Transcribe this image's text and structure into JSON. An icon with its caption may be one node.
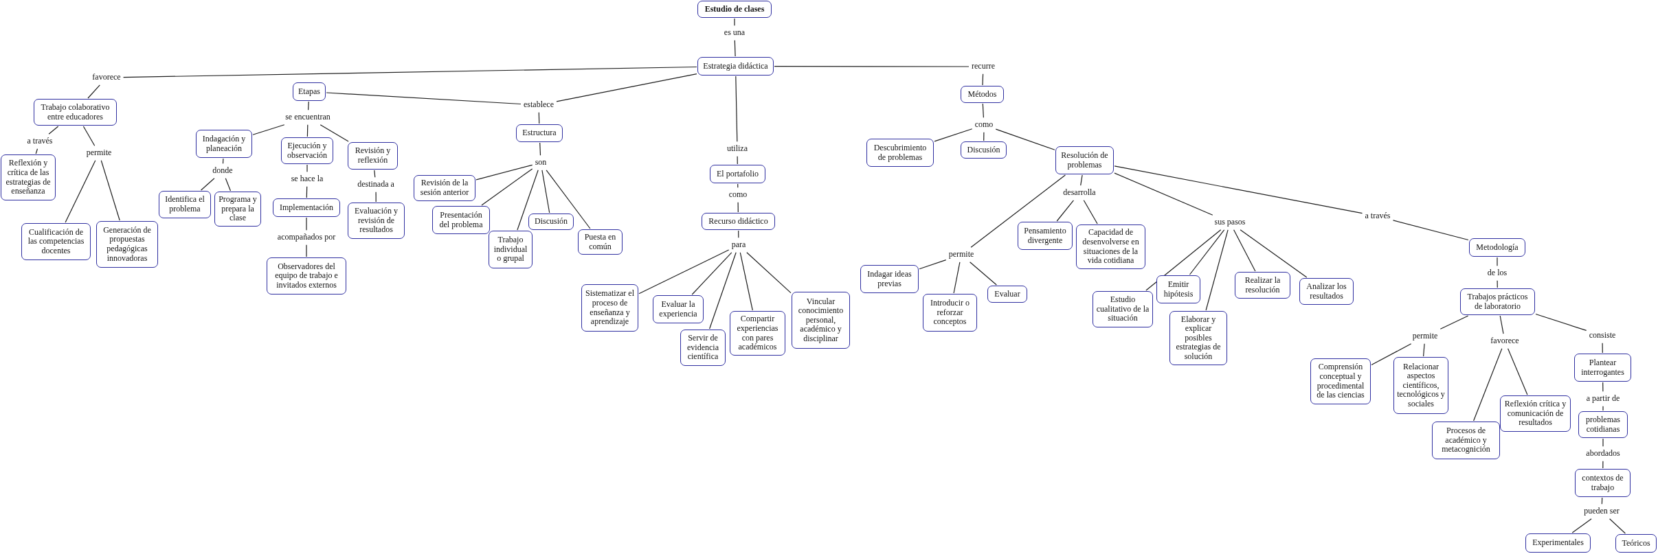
{
  "diagram": {
    "nodes": [
      {
        "text": [
          "Estudio de clases"
        ]
      },
      {
        "text": [
          "es una"
        ]
      },
      {
        "text": [
          "Estrategia didáctica"
        ]
      },
      {
        "text": [
          "favorece"
        ]
      },
      {
        "text": [
          "Trabajo colaborativo entre educadores"
        ]
      },
      {
        "text": [
          "a través"
        ]
      },
      {
        "text": [
          "permite"
        ]
      },
      {
        "text": [
          "Reflexión y crítica de las estrategias de enseñanza"
        ]
      },
      {
        "text": [
          "Cualificación de las competencias docentes"
        ]
      },
      {
        "text": [
          "Generación de propuestas pedagógicas innovadoras"
        ]
      },
      {
        "text": [
          "establece"
        ]
      },
      {
        "text": [
          "Etapas"
        ]
      },
      {
        "text": [
          "se encuentran"
        ]
      },
      {
        "text": [
          "Indagación y planeación"
        ]
      },
      {
        "text": [
          "Ejecución y observación"
        ]
      },
      {
        "text": [
          "Revisión y reflexión"
        ]
      },
      {
        "text": [
          "donde"
        ]
      },
      {
        "text": [
          "Identifica el problema"
        ]
      },
      {
        "text": [
          "Programa y prepara la clase"
        ]
      },
      {
        "text": [
          "se hace la"
        ]
      },
      {
        "text": [
          "Implementación"
        ]
      },
      {
        "text": [
          "acompañados por"
        ]
      },
      {
        "text": [
          "Observadores del equipo de trabajo e invitados externos"
        ]
      },
      {
        "text": [
          "destinada a"
        ]
      },
      {
        "text": [
          "Evaluación y revisión de resultados"
        ]
      },
      {
        "text": [
          "Estructura"
        ]
      },
      {
        "text": [
          "son"
        ]
      },
      {
        "text": [
          "Revisión de la sesión anterior"
        ]
      },
      {
        "text": [
          "Presentación del problema"
        ]
      },
      {
        "text": [
          "Trabajo individual o grupal"
        ]
      },
      {
        "text": [
          "Discusión"
        ]
      },
      {
        "text": [
          "Puesta en común"
        ]
      },
      {
        "text": [
          "utiliza"
        ]
      },
      {
        "text": [
          "El portafolio"
        ]
      },
      {
        "text": [
          "como"
        ]
      },
      {
        "text": [
          "Recurso didáctico"
        ]
      },
      {
        "text": [
          "para"
        ]
      },
      {
        "text": [
          "Sistematizar el proceso de enseñanza y aprendizaje"
        ]
      },
      {
        "text": [
          "Evaluar la experiencia"
        ]
      },
      {
        "text": [
          "Servir de evidencia científica"
        ]
      },
      {
        "text": [
          "Compartir experiencias con pares académicos"
        ]
      },
      {
        "text": [
          "Vincular conocimiento personal, académico y disciplinar"
        ]
      },
      {
        "text": [
          "recurre"
        ]
      },
      {
        "text": [
          "Métodos"
        ]
      },
      {
        "text": [
          "como"
        ]
      },
      {
        "text": [
          "Descubrimiento de problemas"
        ]
      },
      {
        "text": [
          "Discusión"
        ]
      },
      {
        "text": [
          "Resolución de problemas"
        ]
      },
      {
        "text": [
          "desarrolla"
        ]
      },
      {
        "text": [
          "Pensamiento divergente"
        ]
      },
      {
        "text": [
          "Capacidad de desenvolverse en situaciones de la vida cotidiana"
        ]
      },
      {
        "text": [
          "permite"
        ]
      },
      {
        "text": [
          "Indagar ideas previas"
        ]
      },
      {
        "text": [
          "Introducir o reforzar conceptos"
        ]
      },
      {
        "text": [
          "Evaluar"
        ]
      },
      {
        "text": [
          "sus pasos"
        ]
      },
      {
        "text": [
          "Estudio cualitativo de la situación"
        ]
      },
      {
        "text": [
          "Emitir hipótesis"
        ]
      },
      {
        "text": [
          "Elaborar y explicar posibles estrategias de solución"
        ]
      },
      {
        "text": [
          "Realizar la resolución"
        ]
      },
      {
        "text": [
          "Analizar los resultados"
        ]
      },
      {
        "text": [
          "a través"
        ]
      },
      {
        "text": [
          "Metodología"
        ]
      },
      {
        "text": [
          "de los"
        ]
      },
      {
        "text": [
          "Trabajos prácticos de laboratorio"
        ]
      },
      {
        "text": [
          "permite"
        ]
      },
      {
        "text": [
          "favorece"
        ]
      },
      {
        "text": [
          "consiste"
        ]
      },
      {
        "text": [
          "Comprensión conceptual y procedimental de las ciencias"
        ]
      },
      {
        "text": [
          "Relacionar aspectos científicos, tecnológicos y sociales"
        ]
      },
      {
        "text": [
          "Procesos de académico y metacognición"
        ]
      },
      {
        "text": [
          "Reflexión crítica y comunicación de resultados"
        ]
      },
      {
        "text": [
          "Plantear interrogantes"
        ]
      },
      {
        "text": [
          "a partir de"
        ]
      },
      {
        "text": [
          "problemas cotidianas"
        ]
      },
      {
        "text": [
          "abordados"
        ]
      },
      {
        "text": [
          "contextos de trabajo"
        ]
      },
      {
        "text": [
          "pueden ser"
        ]
      },
      {
        "text": [
          "Experimentales"
        ]
      },
      {
        "text": [
          "Teóricos"
        ]
      }
    ],
    "edges": [
      {
        "from": 0,
        "to": 1,
        "arrow": "none"
      },
      {
        "from": 1,
        "to": 2,
        "arrow": "none"
      },
      {
        "from": 2,
        "to": 3,
        "arrow": "none"
      },
      {
        "from": 3,
        "to": 4,
        "arrow": "none"
      },
      {
        "from": 4,
        "to": 5,
        "arrow": "none"
      },
      {
        "from": 4,
        "to": 6,
        "arrow": "none"
      },
      {
        "from": 5,
        "to": 7,
        "arrow": "none"
      },
      {
        "from": 6,
        "to": 8,
        "arrow": "none"
      },
      {
        "from": 6,
        "to": 9,
        "arrow": "none"
      },
      {
        "from": 2,
        "to": 10,
        "arrow": "none"
      },
      {
        "from": 10,
        "to": 11,
        "arrow": "none"
      },
      {
        "from": 10,
        "to": 25,
        "arrow": "none"
      },
      {
        "from": 11,
        "to": 12,
        "arrow": "none"
      },
      {
        "from": 12,
        "to": 13,
        "arrow": "none"
      },
      {
        "from": 12,
        "to": 14,
        "arrow": "none"
      },
      {
        "from": 12,
        "to": 15,
        "arrow": "none"
      },
      {
        "from": 13,
        "to": 16,
        "arrow": "none"
      },
      {
        "from": 16,
        "to": 17,
        "arrow": "none"
      },
      {
        "from": 16,
        "to": 18,
        "arrow": "none"
      },
      {
        "from": 14,
        "to": 19,
        "arrow": "none"
      },
      {
        "from": 19,
        "to": 20,
        "arrow": "none"
      },
      {
        "from": 20,
        "to": 21,
        "arrow": "none"
      },
      {
        "from": 21,
        "to": 22,
        "arrow": "none"
      },
      {
        "from": 15,
        "to": 23,
        "arrow": "none"
      },
      {
        "from": 23,
        "to": 24,
        "arrow": "none"
      },
      {
        "from": 25,
        "to": 26,
        "arrow": "none"
      },
      {
        "from": 26,
        "to": 27,
        "arrow": "none"
      },
      {
        "from": 26,
        "to": 28,
        "arrow": "none"
      },
      {
        "from": 26,
        "to": 29,
        "arrow": "none"
      },
      {
        "from": 26,
        "to": 30,
        "arrow": "none"
      },
      {
        "from": 26,
        "to": 31,
        "arrow": "none"
      },
      {
        "from": 2,
        "to": 32,
        "arrow": "none"
      },
      {
        "from": 32,
        "to": 33,
        "arrow": "none"
      },
      {
        "from": 33,
        "to": 34,
        "arrow": "none"
      },
      {
        "from": 34,
        "to": 35,
        "arrow": "none"
      },
      {
        "from": 35,
        "to": 36,
        "arrow": "none"
      },
      {
        "from": 36,
        "to": 37,
        "arrow": "none"
      },
      {
        "from": 36,
        "to": 38,
        "arrow": "none"
      },
      {
        "from": 36,
        "to": 39,
        "arrow": "none"
      },
      {
        "from": 36,
        "to": 40,
        "arrow": "none"
      },
      {
        "from": 36,
        "to": 41,
        "arrow": "none"
      },
      {
        "from": 2,
        "to": 42,
        "arrow": "none"
      },
      {
        "from": 42,
        "to": 43,
        "arrow": "none"
      },
      {
        "from": 43,
        "to": 44,
        "arrow": "none"
      },
      {
        "from": 44,
        "to": 45,
        "arrow": "none"
      },
      {
        "from": 44,
        "to": 46,
        "arrow": "none"
      },
      {
        "from": 44,
        "to": 47,
        "arrow": "none"
      },
      {
        "from": 47,
        "to": 48,
        "arrow": "none"
      },
      {
        "from": 48,
        "to": 49,
        "arrow": "none"
      },
      {
        "from": 48,
        "to": 50,
        "arrow": "none"
      },
      {
        "from": 47,
        "to": 51,
        "arrow": "none"
      },
      {
        "from": 51,
        "to": 52,
        "arrow": "none"
      },
      {
        "from": 51,
        "to": 53,
        "arrow": "none"
      },
      {
        "from": 51,
        "to": 54,
        "arrow": "none"
      },
      {
        "from": 47,
        "to": 55,
        "arrow": "none"
      },
      {
        "from": 55,
        "to": 56,
        "arrow": "none"
      },
      {
        "from": 55,
        "to": 57,
        "arrow": "none"
      },
      {
        "from": 55,
        "to": 58,
        "arrow": "none"
      },
      {
        "from": 55,
        "to": 59,
        "arrow": "none"
      },
      {
        "from": 55,
        "to": 60,
        "arrow": "none"
      },
      {
        "from": 47,
        "to": 61,
        "arrow": "none"
      },
      {
        "from": 61,
        "to": 62,
        "arrow": "none"
      },
      {
        "from": 62,
        "to": 63,
        "arrow": "none"
      },
      {
        "from": 63,
        "to": 64,
        "arrow": "none"
      },
      {
        "from": 64,
        "to": 65,
        "arrow": "none"
      },
      {
        "from": 64,
        "to": 66,
        "arrow": "none"
      },
      {
        "from": 64,
        "to": 67,
        "arrow": "none"
      },
      {
        "from": 65,
        "to": 68,
        "arrow": "none"
      },
      {
        "from": 65,
        "to": 69,
        "arrow": "none"
      },
      {
        "from": 66,
        "to": 70,
        "arrow": "none"
      },
      {
        "from": 66,
        "to": 71,
        "arrow": "none"
      },
      {
        "from": 67,
        "to": 72,
        "arrow": "none"
      },
      {
        "from": 72,
        "to": 73,
        "arrow": "none"
      },
      {
        "from": 73,
        "to": 74,
        "arrow": "none"
      },
      {
        "from": 74,
        "to": 75,
        "arrow": "none"
      },
      {
        "from": 75,
        "to": 76,
        "arrow": "none"
      },
      {
        "from": 76,
        "to": 77,
        "arrow": "none"
      },
      {
        "from": 77,
        "to": 78,
        "arrow": "none"
      },
      {
        "from": 77,
        "to": 79,
        "arrow": "none"
      }
    ]
  }
}
